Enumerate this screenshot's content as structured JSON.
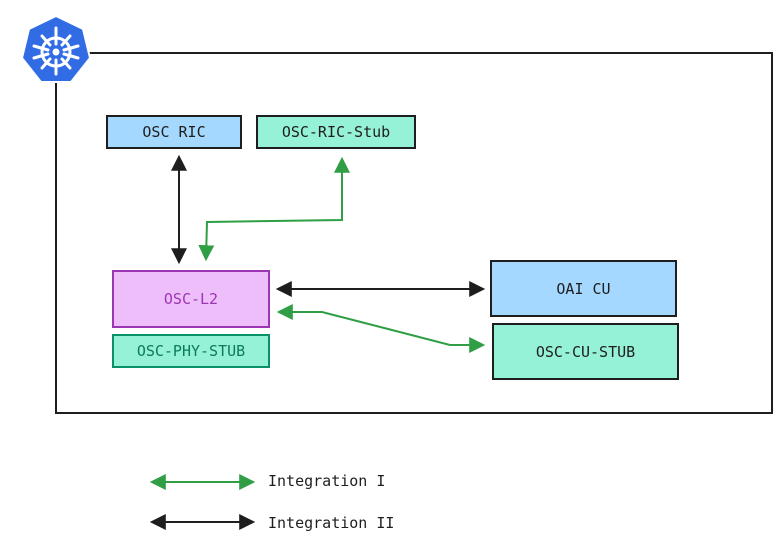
{
  "nodes": {
    "osc_ric": "OSC RIC",
    "osc_ric_stub": "OSC-RIC-Stub",
    "osc_l2": "OSC-L2",
    "osc_phy_stub": "OSC-PHY-STUB",
    "oai_cu": "OAI CU",
    "osc_cu_stub": "OSC-CU-STUB"
  },
  "legend": {
    "integration_1": "Integration I",
    "integration_2": "Integration II"
  },
  "colors": {
    "green_arrow": "#2f9e44",
    "black_arrow": "#1e1e1e",
    "blue_fill": "#a5d8ff",
    "green_fill": "#96f2d7",
    "purple_fill": "#eebefa",
    "logo_blue": "#326ce5"
  },
  "icons": {
    "logo": "kubernetes-helm-icon"
  }
}
